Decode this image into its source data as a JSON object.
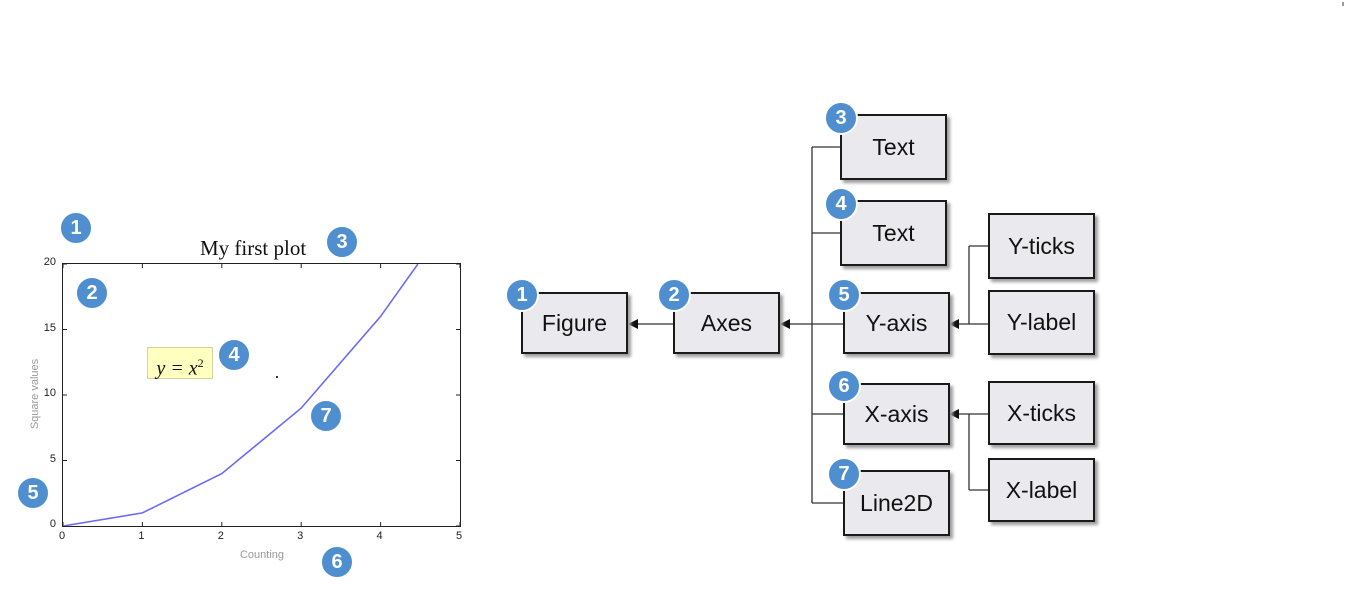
{
  "plot": {
    "title": "My first plot",
    "formula": {
      "base": "y = x",
      "exponent": "2"
    },
    "xlabel": "Counting",
    "ylabel": "Square values"
  },
  "chart_data": {
    "type": "line",
    "title": "My first plot",
    "xlabel": "Counting",
    "ylabel": "Square values",
    "x": [
      0,
      1,
      2,
      3,
      4,
      4.47
    ],
    "y": [
      0,
      1,
      4,
      9,
      16,
      20
    ],
    "xlim": [
      0,
      5
    ],
    "ylim": [
      0,
      20
    ],
    "xticks": [
      "0",
      "1",
      "2",
      "3",
      "4",
      "5"
    ],
    "yticks": [
      "0",
      "5",
      "10",
      "15",
      "20"
    ],
    "series_color": "#6b6bf5",
    "annotation": "y = x^2",
    "grid": false
  },
  "badges": {
    "figure": "1",
    "axes": "2",
    "title": "3",
    "formula": "4",
    "y_axis": "5",
    "x_axis": "6",
    "line": "7"
  },
  "diagram": {
    "figure": "Figure",
    "axes": "Axes",
    "text_title": "Text",
    "text_formula": "Text",
    "y_axis": "Y-axis",
    "x_axis": "X-axis",
    "line2d": "Line2D",
    "y_ticks": "Y-ticks",
    "y_label": "Y-label",
    "x_ticks": "X-ticks",
    "x_label": "X-label"
  },
  "colors": {
    "badge": "#4f8fcf",
    "node_fill": "#e9e9ee",
    "formula_box": "#ffffc0",
    "line": "#6b6bf5"
  }
}
